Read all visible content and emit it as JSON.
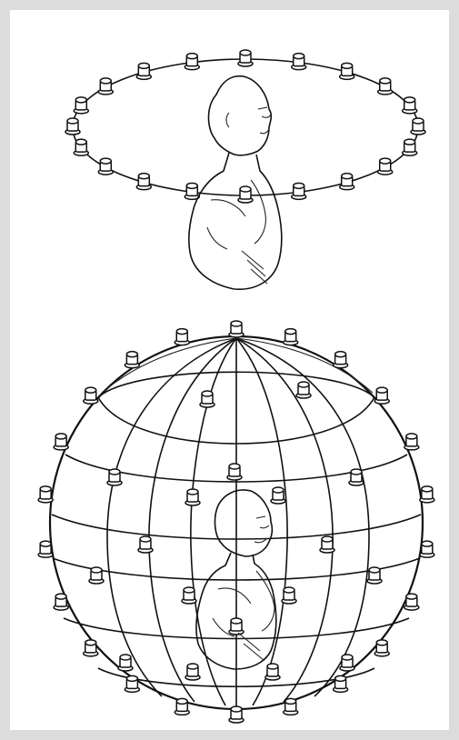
{
  "figure": {
    "background": "#dcdcdc",
    "panel": "#ffffff",
    "line_color": "#111111",
    "panels": [
      {
        "name": "ring-array",
        "source_count": 20
      },
      {
        "name": "spherical-array",
        "source_count": 40
      }
    ]
  }
}
